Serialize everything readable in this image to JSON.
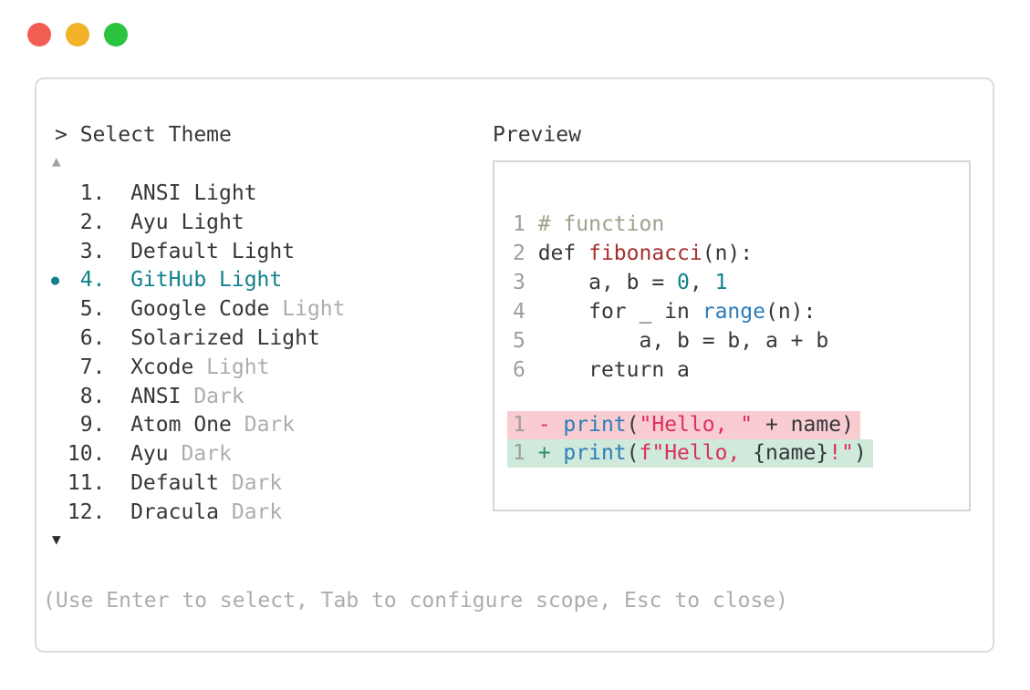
{
  "window": {
    "traffic_lights": [
      {
        "name": "close"
      },
      {
        "name": "minimize"
      },
      {
        "name": "zoom"
      }
    ]
  },
  "prompt": "> Select Theme",
  "list": {
    "up_arrow": "▲",
    "down_arrow": "▼",
    "selected_indicator": "●",
    "items": [
      {
        "number": "1",
        "main": "ANSI Light",
        "muted": "",
        "selected": false
      },
      {
        "number": "2",
        "main": "Ayu Light",
        "muted": "",
        "selected": false
      },
      {
        "number": "3",
        "main": "Default Light",
        "muted": "",
        "selected": false
      },
      {
        "number": "4",
        "main": "GitHub Light",
        "muted": "",
        "selected": true
      },
      {
        "number": "5",
        "main": "Google Code",
        "muted": "Light",
        "selected": false
      },
      {
        "number": "6",
        "main": "Solarized Light",
        "muted": "",
        "selected": false
      },
      {
        "number": "7",
        "main": "Xcode",
        "muted": "Light",
        "selected": false
      },
      {
        "number": "8",
        "main": "ANSI",
        "muted": "Dark",
        "selected": false
      },
      {
        "number": "9",
        "main": "Atom One",
        "muted": "Dark",
        "selected": false
      },
      {
        "number": "10",
        "main": "Ayu",
        "muted": "Dark",
        "selected": false
      },
      {
        "number": "11",
        "main": "Default",
        "muted": "Dark",
        "selected": false
      },
      {
        "number": "12",
        "main": "Dracula",
        "muted": "Dark",
        "selected": false
      }
    ]
  },
  "preview": {
    "label": "Preview",
    "code_lines": [
      {
        "num": "1",
        "tokens": [
          {
            "t": "# function",
            "c": "comment"
          }
        ]
      },
      {
        "num": "2",
        "tokens": [
          {
            "t": "def ",
            "c": "text"
          },
          {
            "t": "fibonacci",
            "c": "func"
          },
          {
            "t": "(n):",
            "c": "text"
          }
        ]
      },
      {
        "num": "3",
        "tokens": [
          {
            "t": "    a, b = ",
            "c": "text"
          },
          {
            "t": "0",
            "c": "num"
          },
          {
            "t": ", ",
            "c": "text"
          },
          {
            "t": "1",
            "c": "num"
          }
        ]
      },
      {
        "num": "4",
        "tokens": [
          {
            "t": "    for _ in ",
            "c": "text"
          },
          {
            "t": "range",
            "c": "builtin"
          },
          {
            "t": "(n):",
            "c": "text"
          }
        ]
      },
      {
        "num": "5",
        "tokens": [
          {
            "t": "        a, b = b, a + b",
            "c": "text"
          }
        ]
      },
      {
        "num": "6",
        "tokens": [
          {
            "t": "    return a",
            "c": "text"
          }
        ]
      }
    ],
    "diff_lines": [
      {
        "num": "1",
        "sign": "-",
        "kind": "removed",
        "tokens": [
          {
            "t": "print",
            "c": "builtin"
          },
          {
            "t": "(",
            "c": "text"
          },
          {
            "t": "\"Hello, \"",
            "c": "string"
          },
          {
            "t": " + name)",
            "c": "text"
          }
        ]
      },
      {
        "num": "1",
        "sign": "+",
        "kind": "added",
        "tokens": [
          {
            "t": "print",
            "c": "builtin"
          },
          {
            "t": "(",
            "c": "text"
          },
          {
            "t": "f\"Hello, ",
            "c": "string"
          },
          {
            "t": "{name}",
            "c": "text"
          },
          {
            "t": "!\"",
            "c": "string"
          },
          {
            "t": ")",
            "c": "text"
          }
        ]
      }
    ]
  },
  "footer": "(Use Enter to select, Tab to configure scope, Esc to close)",
  "colors": {
    "accent-teal": "#11808a",
    "text": "#34383b",
    "muted": "#adadad",
    "muted-dark": "#a2a2a2",
    "arrow-dark": "#2b2b2b",
    "line-number": "#9e9e9e",
    "comment": "#9ba38d",
    "function-red": "#a5302c",
    "builtin-blue": "#2d7cba",
    "string-crimson": "#dc2f5c",
    "plus-green": "#2b8a6e",
    "diff-removed-bg": "#f8ccd0",
    "diff-added-bg": "#cfe9da",
    "border": "#dcdcdc",
    "border-inner": "#d6d6d6",
    "traffic-red": "#f25d52",
    "traffic-yellow": "#f2b32a",
    "traffic-green": "#2bc440"
  }
}
